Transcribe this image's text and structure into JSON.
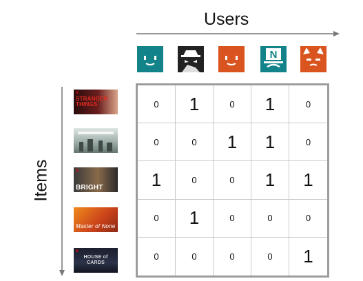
{
  "users_label": "Users",
  "items_label": "Items",
  "users": [
    {
      "icon": "smile-face-icon",
      "color": "#13838a"
    },
    {
      "icon": "spy-face-icon",
      "color": "#222222"
    },
    {
      "icon": "smile-face-icon",
      "color": "#d9541e"
    },
    {
      "icon": "netflix-face-icon",
      "color": "#13838a"
    },
    {
      "icon": "cat-face-icon",
      "color": "#d9541e"
    }
  ],
  "items": [
    {
      "title": "STRANGER THINGS",
      "icon": "stranger-things-poster-icon"
    },
    {
      "title": "",
      "icon": "the-crown-poster-icon"
    },
    {
      "title": "BRIGHT",
      "icon": "bright-poster-icon"
    },
    {
      "title": "Master of None",
      "icon": "master-of-none-poster-icon"
    },
    {
      "title": "HOUSE of CARDS",
      "icon": "house-of-cards-poster-icon"
    }
  ],
  "matrix": [
    [
      "0",
      "1",
      "0",
      "1",
      "0"
    ],
    [
      "0",
      "0",
      "1",
      "1",
      "0"
    ],
    [
      "1",
      "0",
      "0",
      "1",
      "1"
    ],
    [
      "0",
      "1",
      "0",
      "0",
      "0"
    ],
    [
      "0",
      "0",
      "0",
      "0",
      "1"
    ]
  ]
}
